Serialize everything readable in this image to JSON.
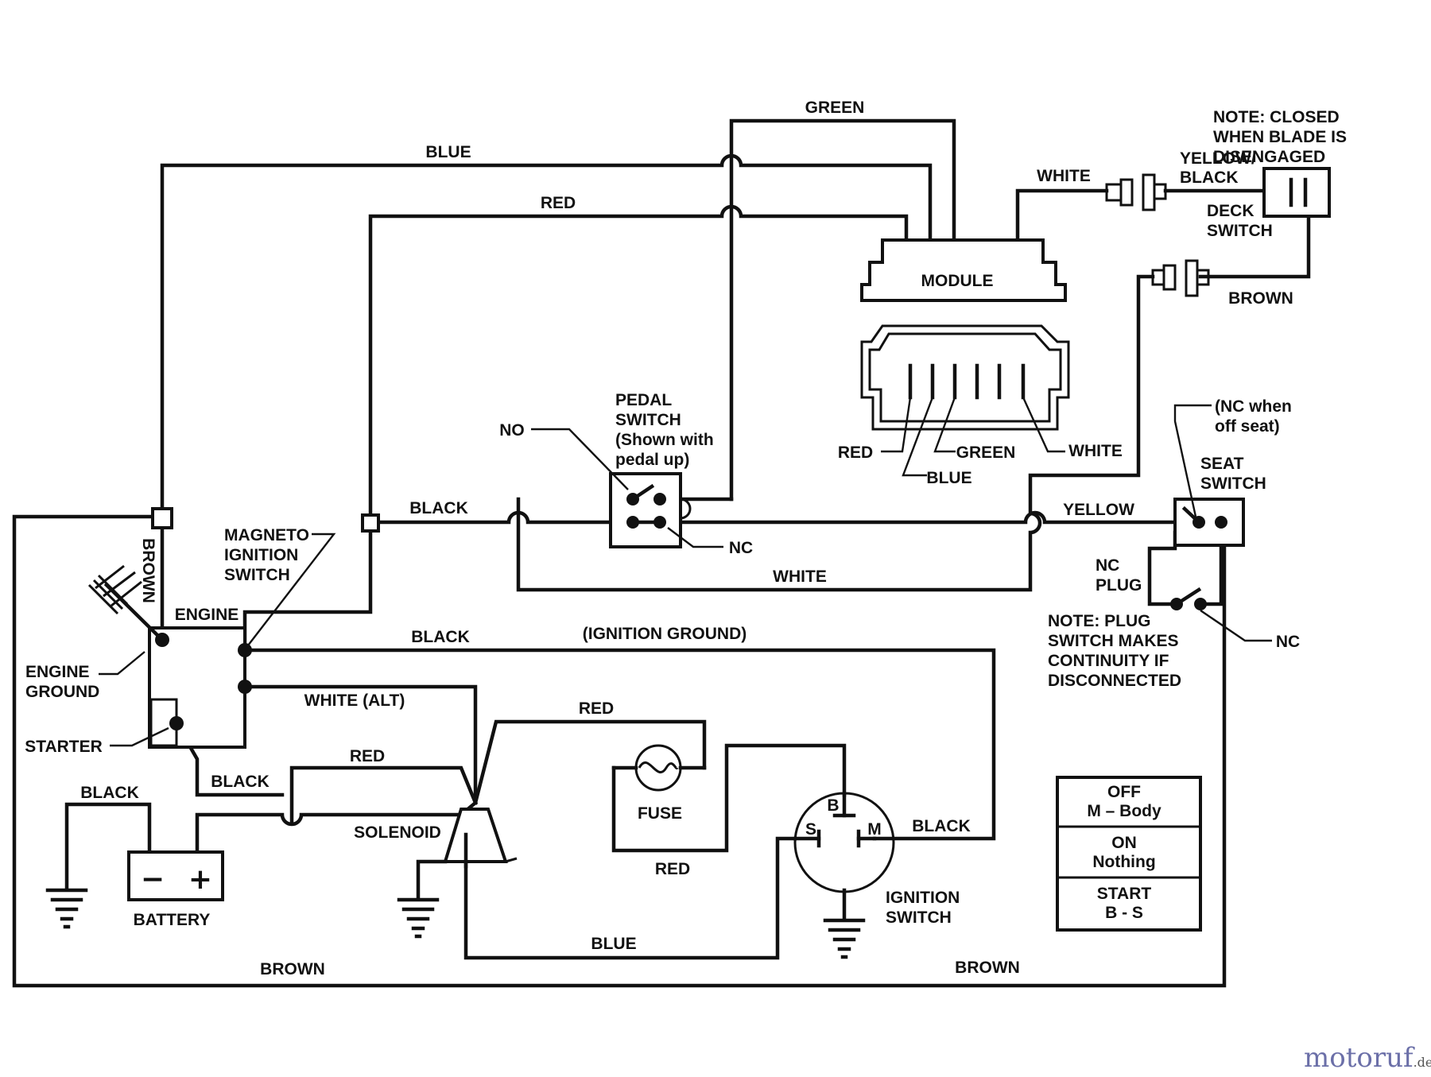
{
  "wire_colors": {
    "blue": "BLUE",
    "green": "GREEN",
    "red_top": "RED",
    "white_module": "WHITE",
    "yellow_black": "YELLOW/\nBLACK",
    "brown_deck": "BROWN",
    "black_magneto": "BLACK",
    "yellow_seat": "YELLOW",
    "white_loop": "WHITE",
    "black_ignition": "BLACK",
    "ignition_ground": "(IGNITION GROUND)",
    "white_alt": "WHITE (ALT)",
    "red_solenoid": "RED",
    "red_fuse_top": "RED",
    "black_starter": "BLACK",
    "black_battery": "BLACK",
    "red_fuse_bottom": "RED",
    "black_switch": "BLACK",
    "blue_bottom": "BLUE",
    "brown_left": "BROWN",
    "brown_right": "BROWN",
    "brown_vertical": "BROWN",
    "module_red": "RED",
    "module_green": "GREEN",
    "module_white": "WHITE",
    "module_blue": "BLUE"
  },
  "components": {
    "module": "MODULE",
    "deck_note": "NOTE:  CLOSED\nWHEN BLADE IS\nDISENGAGED",
    "deck_switch": "DECK\nSWITCH",
    "pedal_switch": "PEDAL\nSWITCH\n(Shown with\npedal up)",
    "pedal_no": "NO",
    "pedal_nc": "NC",
    "seat_note": "(NC when\noff seat)",
    "seat_switch": "SEAT\nSWITCH",
    "nc_plug": "NC\nPLUG",
    "plug_nc": "NC",
    "plug_note": "NOTE:  PLUG\nSWITCH MAKES\nCONTINUITY IF\nDISCONNECTED",
    "magneto": "MAGNETO\nIGNITION\nSWITCH",
    "engine": "ENGINE",
    "engine_ground": "ENGINE\nGROUND",
    "starter": "STARTER",
    "battery": "BATTERY",
    "battery_minus": "−",
    "battery_plus": "+",
    "solenoid": "SOLENOID",
    "fuse": "FUSE",
    "ignition_switch": "IGNITION\nSWITCH",
    "term_b": "B",
    "term_s": "S",
    "term_m": "M"
  },
  "legend": [
    {
      "position": "OFF",
      "connection": "M – Body"
    },
    {
      "position": "ON",
      "connection": "Nothing"
    },
    {
      "position": "START",
      "connection": "B - S"
    }
  ],
  "watermark": {
    "main": "motoruf",
    "suffix": ".de"
  }
}
